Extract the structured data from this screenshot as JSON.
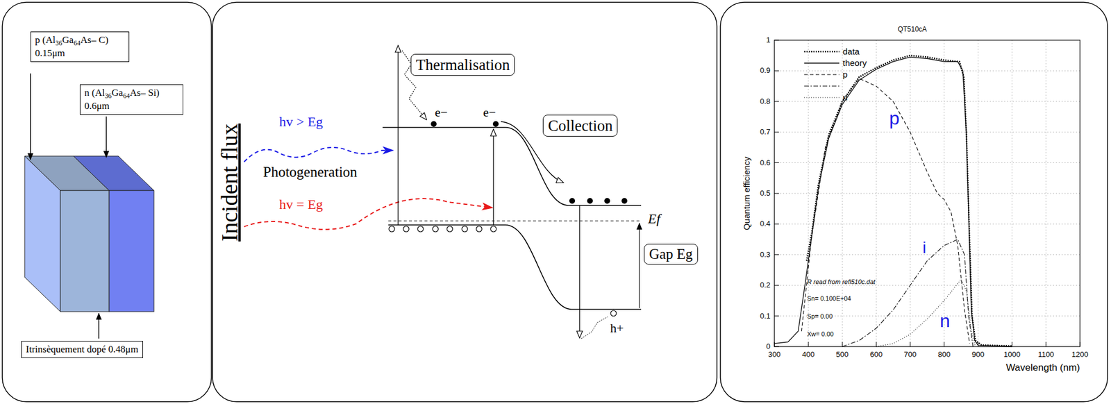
{
  "diagram": {
    "nodes": [
      {
        "text": [
          "p (Al36Ga64As– C) 0.15μm"
        ]
      },
      {
        "text": [
          "n (Al36Ga64As– Si) 0.6μm"
        ]
      },
      {
        "text": [
          "Itrinsèquement dopé 0.48μm"
        ]
      },
      {
        "text": [
          "Thermalisation"
        ]
      },
      {
        "text": [
          "Collection"
        ]
      },
      {
        "text": [
          "Gap Eg"
        ]
      }
    ],
    "labels": [
      "Incident flux",
      "hv > Eg",
      "Photogeneration",
      "hv = Eg",
      "e−",
      "e−",
      "Ef",
      "h+",
      "QT510cA",
      "Quantum efficiency",
      "Wavelength (nm)",
      "0",
      "0.1",
      "0.2",
      "0.3",
      "0.4",
      "0.5",
      "0.6",
      "0.7",
      "0.8",
      "0.9",
      "1",
      "300",
      "400",
      "500",
      "600",
      "700",
      "800",
      "900",
      "1000",
      "1100",
      "1200",
      "p",
      "i",
      "n",
      "R read from refl510c.dat",
      "Sn= 0.100E+04",
      "Sp= 0.00",
      "Xw= 0.00"
    ],
    "legend": [
      {
        "text": "data"
      },
      {
        "text": "theory"
      },
      {
        "text": "p"
      },
      {
        "text": "n"
      }
    ]
  }
}
